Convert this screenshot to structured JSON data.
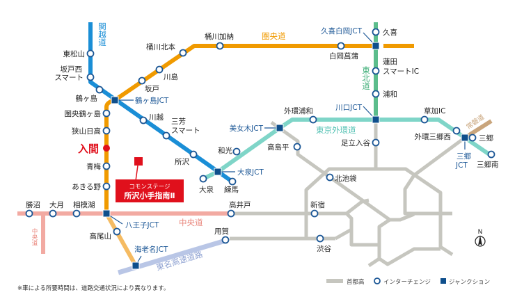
{
  "roads": {
    "kanetsu": "関越道",
    "kenou": "圏央道",
    "tohoku": "東北道",
    "gaikan": "東京外環道",
    "joban": "常磐道",
    "chuo": "中央道",
    "chuo_branch": "中央道",
    "tomei": "東名高速道路"
  },
  "colors": {
    "kanetsu": "#1a8ed6",
    "kenou": "#f09a00",
    "kenou_south": "#f5bb62",
    "tohoku": "#5cbd8c",
    "gaikan": "#7fd5c8",
    "joban": "#c9a57c",
    "chuo": "#f2aaa2",
    "tomei": "#b9c6e6",
    "shutoko": "#c6c6bf",
    "jct": "#0f4f8c",
    "destination": "#e0101c"
  },
  "stations": {
    "higashimatsuyama": "東松山",
    "sakadonishi_1": "坂戸西",
    "sakadonishi_2": "スマート",
    "tsurugashima": "鶴ヶ島",
    "kawagoe": "川越",
    "miyoshi_1": "三芳",
    "miyoshi_2": "スマート",
    "tokorozawa": "所沢",
    "nerima": "練馬",
    "oizumi": "大泉",
    "kenou_tsurugashima": "圏央鶴ヶ島",
    "sayamahidaka": "狭山日高",
    "ome": "青梅",
    "akiruno": "あきる野",
    "sakado": "坂戸",
    "kawajima": "川島",
    "okegawakitamoto": "桶川北本",
    "okegawakanou": "桶川加納",
    "shiraokashobu": "白岡菖蒲",
    "kuki": "久喜",
    "hasuda_1": "蓮田",
    "hasuda_2": "スマートIC",
    "urawa": "浦和",
    "wako": "和光",
    "gaikan_urawa": "外環浦和",
    "souka": "草加IC",
    "gaikan_misatonishi": "外環三郷西",
    "misato": "三郷",
    "misatominami": "三郷南",
    "takashimadaira": "高島平",
    "adachiiriya": "足立入谷",
    "kitaikebukuro": "北池袋",
    "shinjuku": "新宿",
    "shibuya": "渋谷",
    "takaido": "高井戸",
    "yoga": "用賀",
    "katsunuma": "勝沼",
    "otsuki": "大月",
    "sagamiko": "相模湖",
    "takaosan": "高尾山"
  },
  "junctions": {
    "tsurugashima_jct": "鶴ヶ島JCT",
    "kukishiraoka_jct": "久喜白岡JCT",
    "kawaguchi_jct": "川口JCT",
    "bijogi_jct": "美女木JCT",
    "oizumi_jct": "大泉JCT",
    "misato_jct_1": "三郷",
    "misato_jct_2": "JCT",
    "hachioji_jct": "八王子JCT",
    "ebina_jct": "海老名JCT"
  },
  "highlight": {
    "iruma": "入間"
  },
  "destination": {
    "subtitle": "コモンステージ",
    "title": "所沢小手指南Ⅱ"
  },
  "legend": {
    "shutoko": "首都高",
    "interchange": "インターチェンジ",
    "junction": "ジャンクション"
  },
  "compass": "N",
  "footnote": "※車による所要時間は、道路交通状況により異なります。"
}
